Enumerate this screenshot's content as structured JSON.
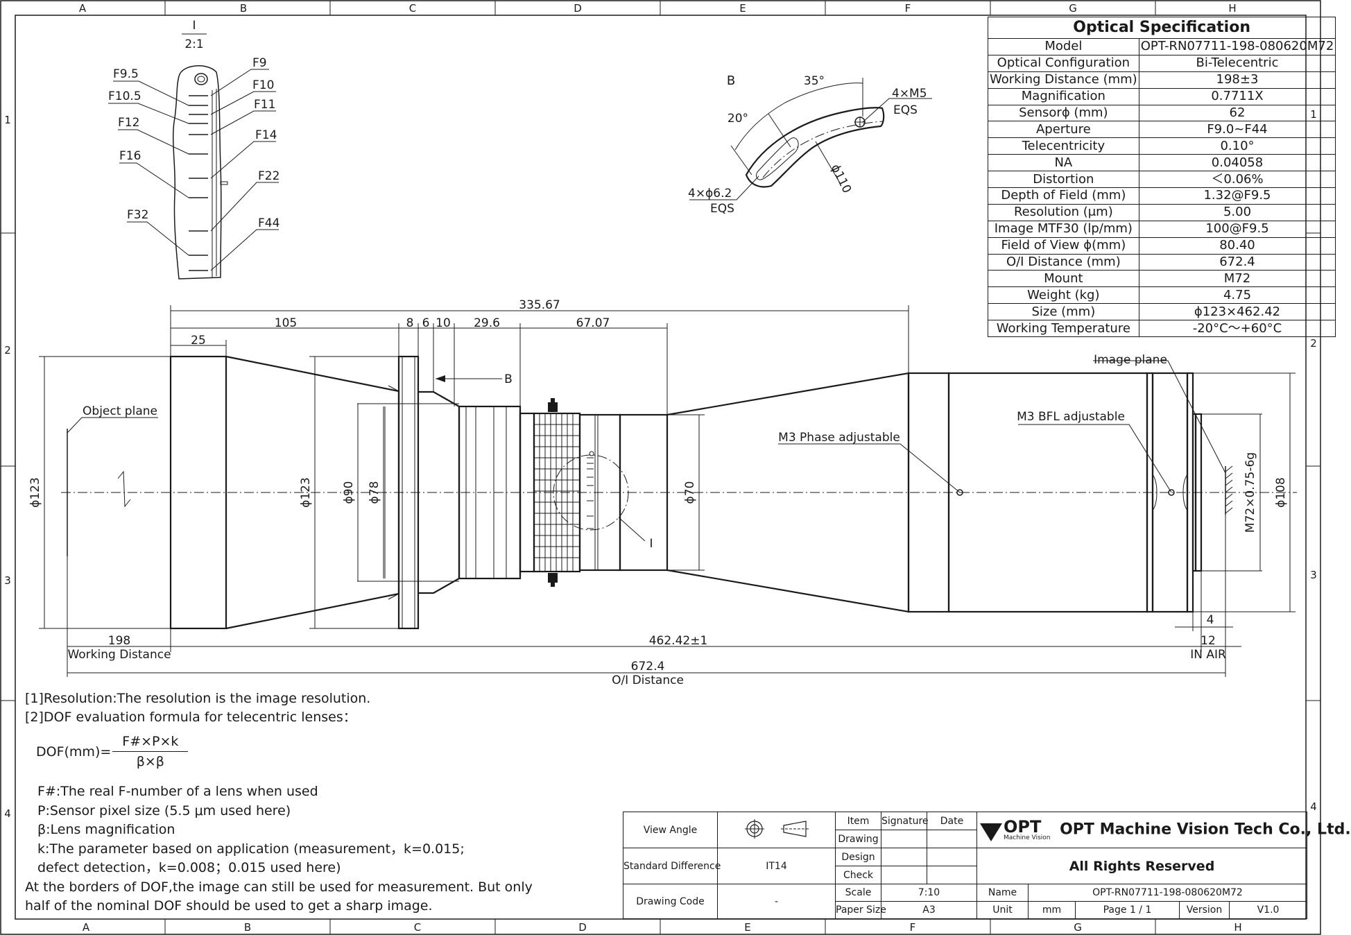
{
  "frame": {
    "columns": [
      "A",
      "B",
      "C",
      "D",
      "E",
      "F",
      "G",
      "H"
    ],
    "rows": [
      "1",
      "2",
      "3",
      "4"
    ]
  },
  "detail_i": {
    "label": "I",
    "scale": "2:1",
    "f_left": [
      "F9.5",
      "F10.5",
      "F12",
      "F16",
      "F32"
    ],
    "f_right": [
      "F9",
      "F10",
      "F11",
      "F14",
      "F22",
      "F44"
    ]
  },
  "detail_b": {
    "label": "B",
    "angle1": "35°",
    "angle2": "20°",
    "hole1": "4×M5",
    "hole1_note": "EQS",
    "hole2": "4×ϕ6.2",
    "hole2_note": "EQS",
    "radius": "ϕ110"
  },
  "spec": {
    "title": "Optical Specification",
    "rows": [
      {
        "k": "Model",
        "v": "OPT-RN07711-198-080620M72"
      },
      {
        "k": "Optical Configuration",
        "v": "Bi-Telecentric"
      },
      {
        "k": "Working Distance (mm)",
        "v": "198±3"
      },
      {
        "k": "Magnification",
        "v": "0.7711X"
      },
      {
        "k": "Sensorϕ (mm)",
        "v": "62"
      },
      {
        "k": "Aperture",
        "v": "F9.0~F44"
      },
      {
        "k": "Telecentricity",
        "v": "0.10°"
      },
      {
        "k": "NA",
        "v": "0.04058"
      },
      {
        "k": "Distortion",
        "v": "＜0.06%"
      },
      {
        "k": "Depth of Field (mm)",
        "v": "1.32@F9.5"
      },
      {
        "k": "Resolution (μm)",
        "v": "5.00"
      },
      {
        "k": "Image MTF30 (lp/mm)",
        "v": "100@F9.5"
      },
      {
        "k": "Field of View ϕ(mm)",
        "v": "80.40"
      },
      {
        "k": "O/I Distance (mm)",
        "v": "672.4"
      },
      {
        "k": "Mount",
        "v": "M72"
      },
      {
        "k": "Weight (kg)",
        "v": "4.75"
      },
      {
        "k": "Size (mm)",
        "v": "ϕ123×462.42"
      },
      {
        "k": "Working Temperature",
        "v": "-20°C～+60°C"
      }
    ]
  },
  "dims": {
    "d335": "335.67",
    "d105": "105",
    "d8": "8",
    "d6": "6",
    "d10": "10",
    "d29": "29.6",
    "d67": "67.07",
    "d25": "25",
    "arrowB": "B",
    "phi123a": "ϕ123",
    "phi123b": "ϕ123",
    "phi90": "ϕ90",
    "phi78": "ϕ78",
    "phi70": "ϕ70",
    "phi108": "ϕ108",
    "m72": "M72×0.75-6g",
    "labelI": "I",
    "d198": "198",
    "wd": "Working Distance",
    "d462": "462.42±1",
    "d4": "4",
    "d12": "12",
    "inair": "IN AIR",
    "d672": "672.4",
    "oi": "O/I Distance",
    "object_plane": "Object plane",
    "image_plane": "Image plane",
    "m3_phase": "M3 Phase adjustable",
    "m3_bfl": "M3 BFL adjustable"
  },
  "notes": {
    "n1": "[1]Resolution:The resolution is  the image resolution.",
    "n2": "[2]DOF evaluation formula for telecentric lenses：",
    "dof_lhs": "DOF(mm)=",
    "dof_num": "F#×P×k",
    "dof_den": "β×β",
    "v1": "F#:The real F-number of a lens when used",
    "v2": "P:Sensor pixel size (5.5 μm used here)",
    "v3": "β:Lens magnification",
    "v4": "k:The parameter based on application (measurement，k=0.015;",
    "v5": "defect detection，k=0.008；0.015 used here)",
    "v6": "At the borders of DOF,the image can still be used for measurement. But only",
    "v7": "half of the nominal DOF should be used to get a sharp image."
  },
  "titleblock": {
    "view_angle": "View Angle",
    "standard_difference": "Standard Difference",
    "it14": "IT14",
    "drawing_code": "Drawing Code",
    "drawing_code_val": "-",
    "item": "Item",
    "signature": "Signature",
    "date": "Date",
    "drawing": "Drawing",
    "design": "Design",
    "check": "Check",
    "scale": "Scale",
    "scale_val": "7:10",
    "paper_size": "Paper Size",
    "paper_size_val": "A3",
    "logo_word": "OPT",
    "logo_sub": "Machine Vision",
    "company": "OPT Machine Vision Tech Co., Ltd.",
    "rights": "All Rights Reserved",
    "name": "Name",
    "name_val": "OPT-RN07711-198-080620M72",
    "unit": "Unit",
    "unit_val": "mm",
    "page": "Page  1 / 1",
    "version": "Version",
    "version_val": "V1.0"
  }
}
